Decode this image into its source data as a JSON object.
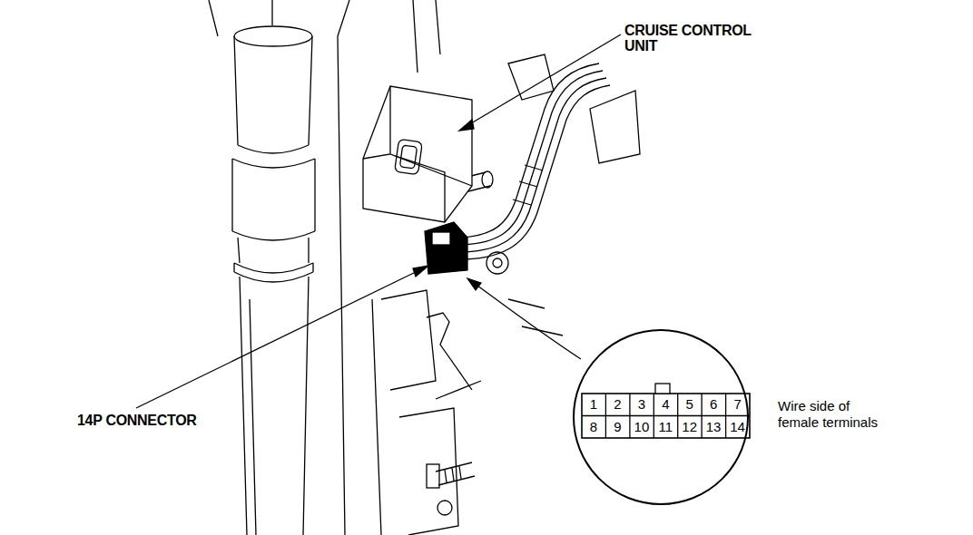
{
  "diagram": {
    "labels": [
      "CRUISE CONTROL UNIT",
      "14P CONNECTOR",
      "1",
      "2",
      "3",
      "4",
      "5",
      "6",
      "7",
      "8",
      "9",
      "10",
      "11",
      "12",
      "13",
      "14",
      "Wire side of female terminals"
    ]
  }
}
